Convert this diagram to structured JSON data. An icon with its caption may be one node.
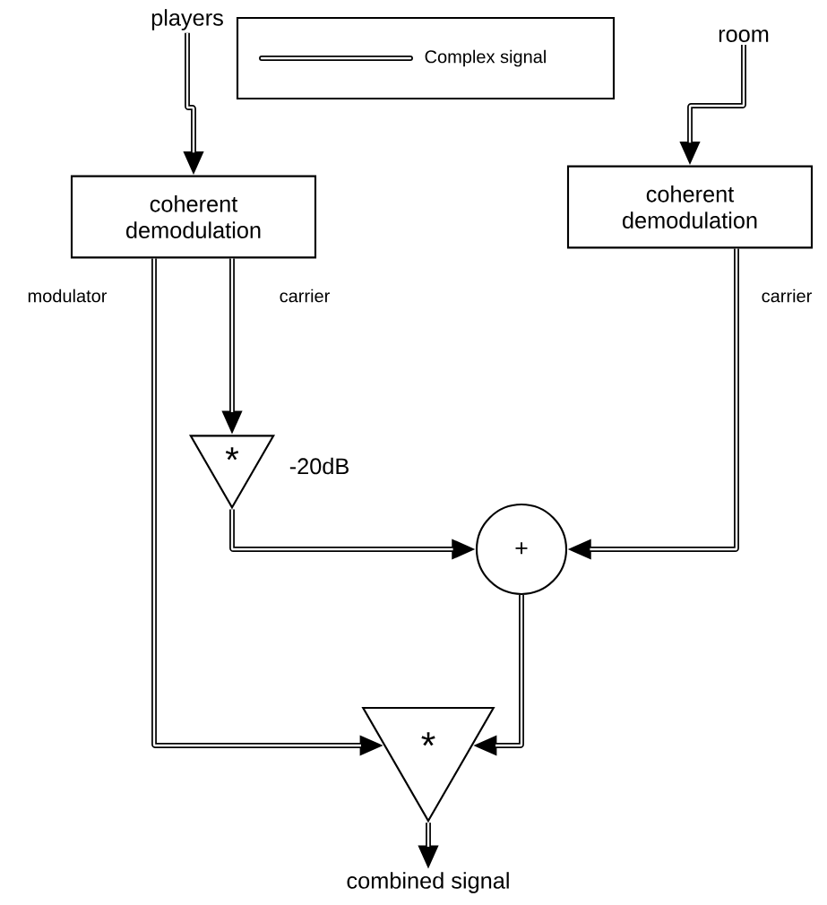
{
  "diagram": {
    "nodes": [
      {
        "text": [
          "players"
        ]
      },
      {
        "text": [
          "room"
        ]
      },
      {
        "text": [
          "coherent demodulation"
        ]
      },
      {
        "text": [
          "coherent demodulation"
        ]
      },
      {
        "text": [
          "*"
        ],
        "beside": [
          "-20dB"
        ]
      },
      {
        "text": [
          "+"
        ]
      },
      {
        "text": [
          "*"
        ]
      },
      {
        "text": [
          "combined signal"
        ]
      }
    ],
    "edges": [
      {
        "from": 0,
        "to": 2,
        "arrow": "to"
      },
      {
        "from": 1,
        "to": 3,
        "arrow": "to"
      },
      {
        "from": 2,
        "to": 6,
        "arrow": "to",
        "label": "modulator"
      },
      {
        "from": 2,
        "to": 4,
        "arrow": "to",
        "label": "carrier"
      },
      {
        "from": 3,
        "to": 5,
        "arrow": "to",
        "label": "carrier"
      },
      {
        "from": 4,
        "to": 5,
        "arrow": "to"
      },
      {
        "from": 5,
        "to": 6,
        "arrow": "to"
      },
      {
        "from": 6,
        "to": 7,
        "arrow": "to"
      }
    ],
    "legend": [
      {
        "text": "Complex signal"
      }
    ]
  }
}
